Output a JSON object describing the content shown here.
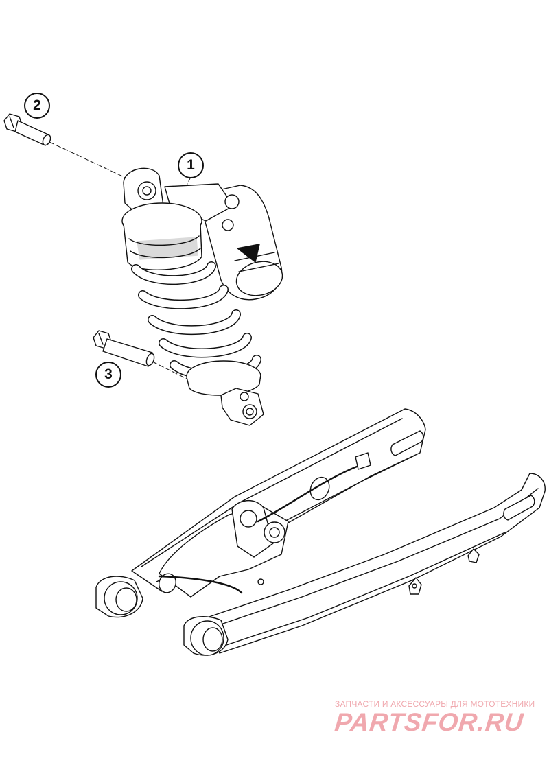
{
  "callouts": [
    {
      "id": "1",
      "label": "1"
    },
    {
      "id": "2",
      "label": "2"
    },
    {
      "id": "3",
      "label": "3"
    }
  ],
  "watermark": {
    "tagline": "ЗАПЧАСТИ И АКСЕССУАРЫ ДЛЯ МОТОТЕХНИКИ",
    "logo": "PARTSFOR.RU",
    "color": "#f0a8ae"
  },
  "colors": {
    "line": "#111111",
    "background": "#ffffff"
  }
}
